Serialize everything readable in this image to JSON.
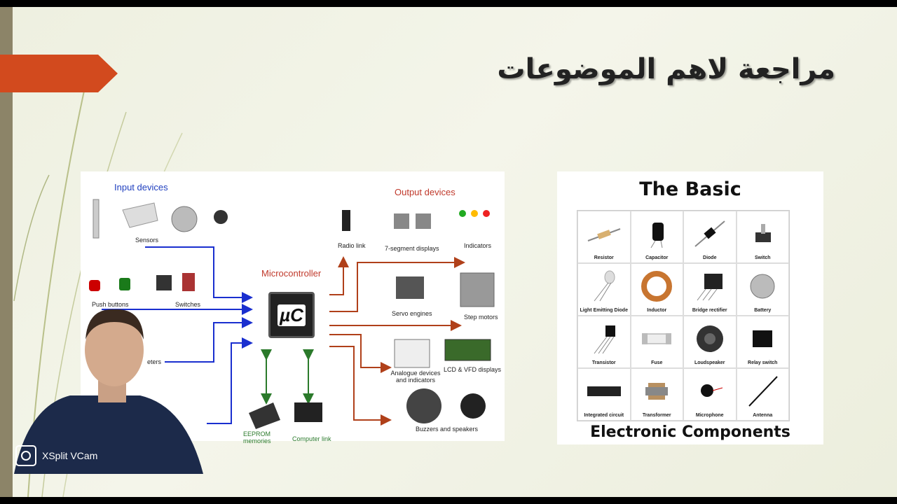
{
  "slide": {
    "title": "مراجعة لاهم الموضوعات",
    "accent_color": "#d24a1e",
    "strip_color": "#8c8468"
  },
  "diagram": {
    "input_header": "Input devices",
    "output_header": "Output devices",
    "center_label": "Microcontroller",
    "chip_text": "µC",
    "inputs": [
      "Sensors",
      "Push buttons",
      "Switches",
      "eters"
    ],
    "outputs": [
      "Radio link",
      "7-segment displays",
      "Indicators",
      "Servo engines",
      "Step motors",
      "Analogue devices and indicators",
      "LCD & VFD displays",
      "Buzzers and speakers"
    ],
    "bidirectional": [
      "EEPROM memories",
      "Computer link"
    ]
  },
  "components": {
    "title_top": "The Basic",
    "title_bottom": "Electronic Components",
    "items": [
      "Resistor",
      "Capacitor",
      "Diode",
      "Switch",
      "Light Emitting Diode",
      "Inductor",
      "Bridge rectifier",
      "Battery",
      "Transistor",
      "Fuse",
      "Loudspeaker",
      "Relay switch",
      "Integrated circuit",
      "Transformer",
      "Microphone",
      "Antenna"
    ]
  },
  "webcam": {
    "app_label": "XSplit VCam"
  }
}
